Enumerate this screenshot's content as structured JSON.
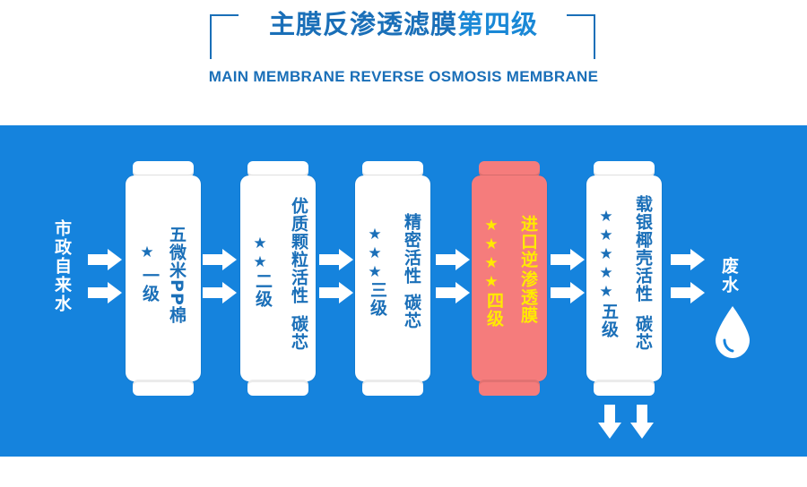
{
  "header": {
    "title_dark": "主膜反渗透滤膜",
    "title_light": "第四级",
    "subtitle": "MAIN MEMBRANE REVERSE OSMOSIS MEMBRANE"
  },
  "diagram": {
    "input_label": "市政自来水",
    "output_label": "废水",
    "stages": [
      {
        "stars": "★",
        "level": "一级",
        "name": "五微米PP棉",
        "highlight": false
      },
      {
        "stars": "★★",
        "level": "二级",
        "name_line1": "优质颗粒活性",
        "name_line2": "碳芯",
        "highlight": false
      },
      {
        "stars": "★★★",
        "level": "三级",
        "name_line1": "精密活性",
        "name_line2": "碳芯",
        "highlight": false
      },
      {
        "stars": "★★★★",
        "level": "四级",
        "name_line1": "进口逆",
        "name_line2": "渗透膜",
        "highlight": true
      },
      {
        "stars": "★★★★★",
        "level": "五级",
        "name_line1": "载银椰壳活性",
        "name_line2": "碳芯",
        "highlight": false
      }
    ],
    "colors": {
      "band": "#1583dd",
      "text_blue": "#1a6fb8",
      "highlight_fill": "#f57c7c",
      "highlight_text": "#ffea00"
    }
  }
}
